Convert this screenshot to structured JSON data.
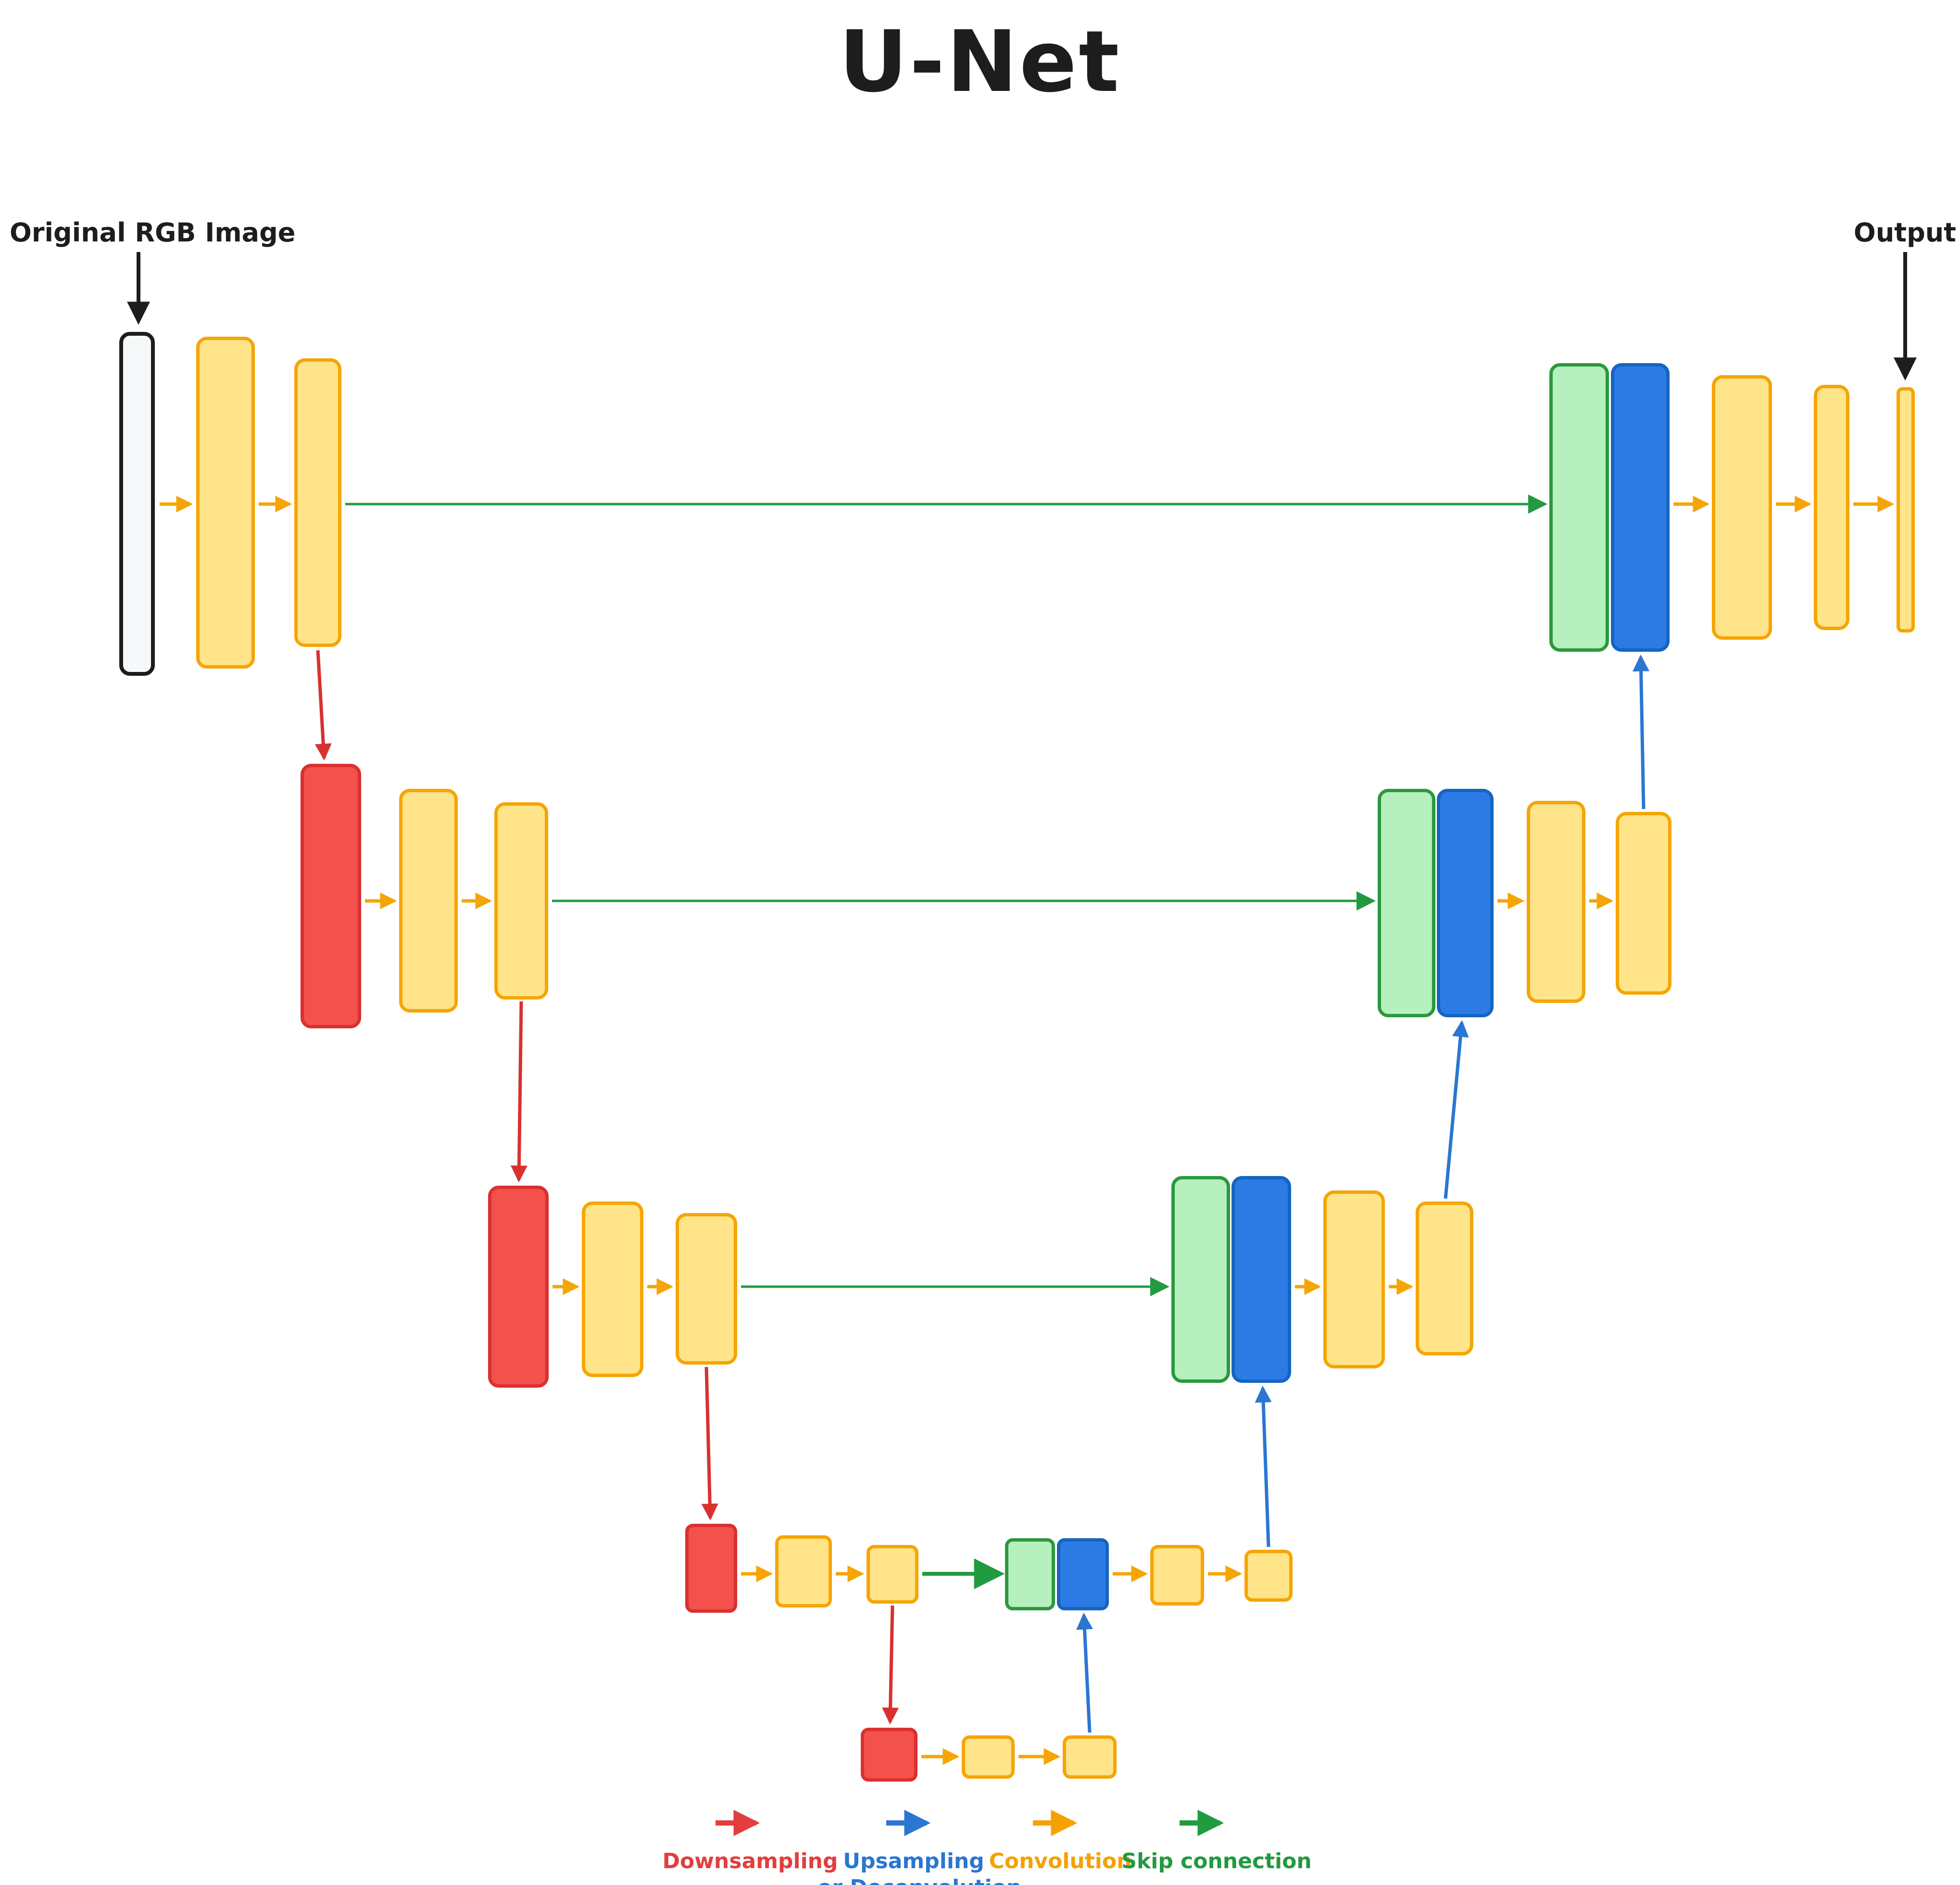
{
  "title": "U-Net",
  "annotations": {
    "input_label": "Original RGB Image",
    "output_label": "Output"
  },
  "legend": {
    "items": [
      {
        "id": "downsampling",
        "line1": "Downsampling",
        "line2": "",
        "color": "#e23e3e"
      },
      {
        "id": "upsampling",
        "line1": "Upsampling",
        "line2": "or Deconvolution",
        "color": "#2a76d2"
      },
      {
        "id": "convolution",
        "line1": "Convolution",
        "line2": "",
        "color": "#f5a100"
      },
      {
        "id": "skip_connection",
        "line1": "Skip connection",
        "line2": "",
        "color": "#229a40"
      }
    ]
  },
  "colors": {
    "conv_fill": "#ffe48a",
    "conv_border": "#f5a505",
    "input_fill": "#f7f8fa",
    "input_border": "#1d1d1d",
    "downsample_fill": "#f4514d",
    "downsample_border": "#d93030",
    "skip_fill": "#b5f0be",
    "skip_border": "#2c983e",
    "upsample_fill": "#2c7be5",
    "upsample_border": "#1565c0",
    "arrow_convolution": "#f5a505",
    "arrow_downsampling": "#d93030",
    "arrow_upsampling": "#2a76d2",
    "arrow_skip": "#229a40",
    "arrow_annotation": "#1d1d1d"
  },
  "diagram": {
    "type": "u-net-architecture",
    "levels": [
      {
        "depth": 1,
        "encoder": [
          "input-image",
          "conv",
          "conv"
        ],
        "decoder": [
          "skip-concat",
          "upsample",
          "conv",
          "conv",
          "output"
        ]
      },
      {
        "depth": 2,
        "encoder": [
          "downsample",
          "conv",
          "conv"
        ],
        "decoder": [
          "skip-concat",
          "upsample",
          "conv",
          "conv"
        ]
      },
      {
        "depth": 3,
        "encoder": [
          "downsample",
          "conv",
          "conv"
        ],
        "decoder": [
          "skip-concat",
          "upsample",
          "conv",
          "conv"
        ]
      },
      {
        "depth": 4,
        "encoder": [
          "downsample",
          "conv",
          "conv"
        ],
        "decoder": [
          "skip-concat",
          "upsample",
          "conv",
          "conv"
        ]
      },
      {
        "depth": 5,
        "bottleneck": [
          "downsample",
          "conv",
          "conv"
        ]
      }
    ],
    "edges": [
      {
        "type": "convolution",
        "color": "orange",
        "desc": "between consecutive feature maps in each row"
      },
      {
        "type": "downsampling",
        "color": "red",
        "desc": "last encoder conv of each level down to red block of next level"
      },
      {
        "type": "upsampling-or-deconvolution",
        "color": "blue",
        "desc": "last decoder conv of each level up to blue block of level above"
      },
      {
        "type": "skip-connection",
        "color": "green",
        "desc": "last encoder conv across to green concat block of same level"
      },
      {
        "type": "annotation",
        "color": "black",
        "desc": "Original RGB Image into input block; Output into output block"
      }
    ]
  }
}
